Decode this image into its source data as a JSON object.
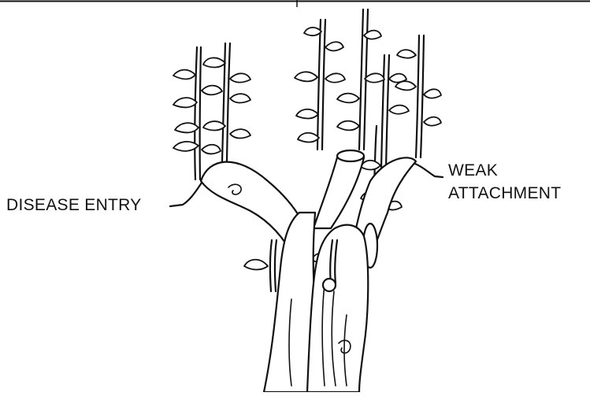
{
  "labels": {
    "disease_entry": "DISEASE ENTRY",
    "weak_attachment_line1": "WEAK",
    "weak_attachment_line2": "ATTACHMENT"
  }
}
